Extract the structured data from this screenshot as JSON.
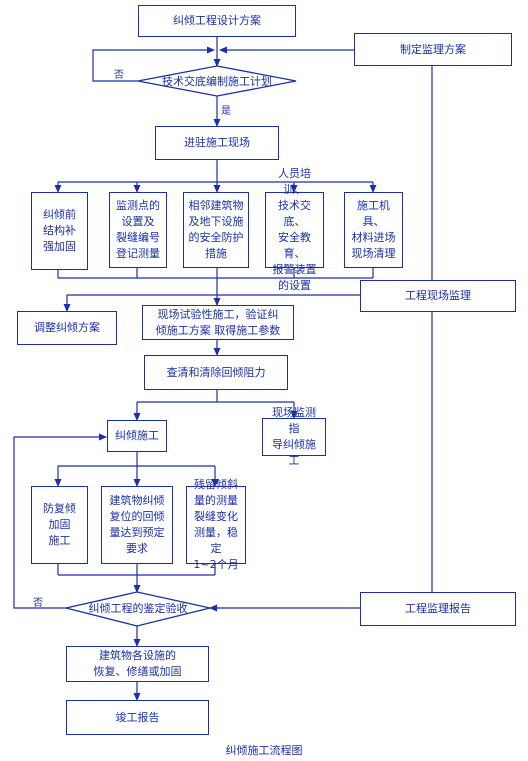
{
  "diagram": {
    "nodes": {
      "design": "纠倾工程设计方案",
      "supervision_plan": "制定监理方案",
      "tech_briefing": "技术交底编制施工计划",
      "enter_site": "进驻施工现场",
      "structure_reinforce": "纠倾前\n结构补\n强加固",
      "monitor_points": "监测点的\n设置及\n裂缝编号\n登记测量",
      "adjacent_protect": "相邻建筑物\n及地下设施\n的安全防护\n措施",
      "staff_training": "人员培训、\n技术交底、\n安全教育、\n报警装置\n的设置",
      "machinery": "施工机具、\n材料进场\n现场清理",
      "site_supervision": "工程现场监理",
      "adjust_plan": "调整纠倾方案",
      "trial_construction": "现场试验性施工，验证纠\n倾施工方案  取得施工参数",
      "investigate_remove": "查清和清除回倾阻力",
      "tilt_construction": "纠倾施工",
      "monitor_guide": "现场监测指\n导纠倾施工",
      "anti_rebound": "防复倾\n加固\n施工",
      "rebound_reach": "建筑物纠倾\n复位的回倾\n量达到预定\n要求",
      "residual_measure": "残留倾斜\n量的测量\n裂缝变化\n测量，稳定\n1~2个月",
      "acceptance": "纠倾工程的鉴定验收",
      "supervision_report": "工程监理报告",
      "restore_facilities": "建筑物各设施的\n恢复、修缮或加固",
      "completion_report": "竣工报告"
    },
    "edge_labels": {
      "no_top": "否",
      "yes": "是",
      "no_bottom": "否"
    },
    "caption": "纠倾施工流程图"
  }
}
